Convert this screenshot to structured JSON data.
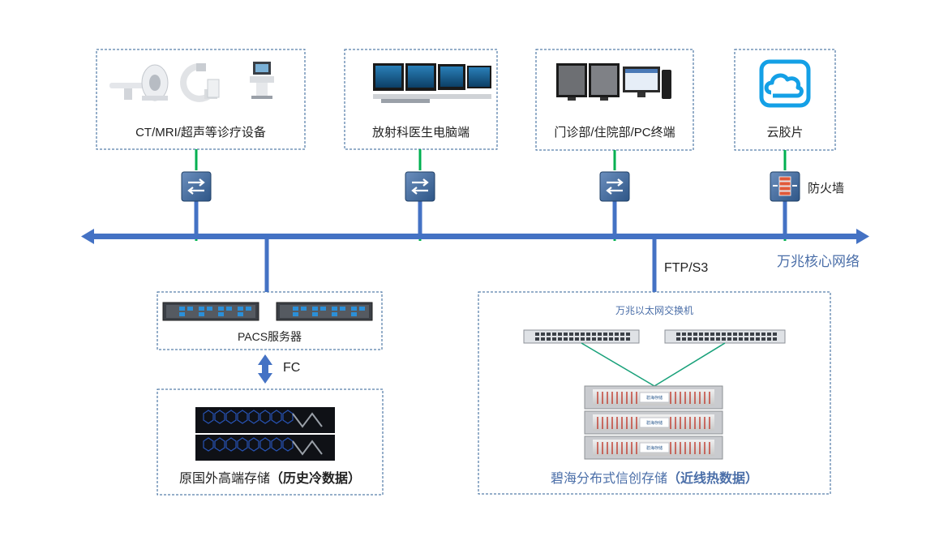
{
  "devices": {
    "modality": {
      "label": "CT/MRI/超声等诊疗设备"
    },
    "radiology": {
      "label": "放射科医生电脑端"
    },
    "clinic": {
      "label": "门诊部/住院部/PC终端"
    },
    "cloud": {
      "label": "云胶片"
    }
  },
  "firewall_label": "防火墙",
  "core_network_label": "万兆核心网络",
  "protocol_ftp": "FTP/S3",
  "protocol_fc": "FC",
  "pacs": {
    "label": "PACS服务器"
  },
  "legacy_storage": {
    "label_main": "原国外高端存储",
    "label_note": "（历史冷数据）"
  },
  "bihai": {
    "switch_label": "万兆以太网交换机",
    "label_main": "碧海分布式信创存储",
    "label_note": "（近线热数据）",
    "brand": "碧海存储"
  },
  "colors": {
    "bus": "#4472c4",
    "link_green": "#00b050",
    "box_border": "#2e5f94",
    "bihai_text": "#4a6ea8",
    "fc_arrow": "#4472c4"
  }
}
